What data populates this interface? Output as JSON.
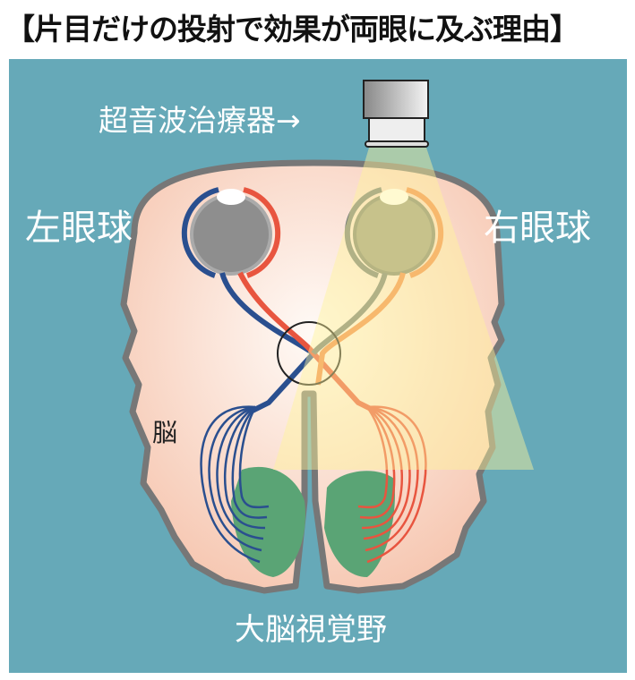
{
  "title": "【片目だけの投射で効果が両眼に及ぶ理由】",
  "labels": {
    "device": "超音波治療器→",
    "left_eye": "左眼球",
    "right_eye": "右眼球",
    "brain": "脳",
    "visual_cortex": "大脳視覚野"
  },
  "colors": {
    "background": "#66a9b8",
    "left_path": "#2a4f8f",
    "right_path": "#e8553f",
    "right_path_orange": "#f0874a",
    "cortex": "#5aa475",
    "beam": "#fff59a"
  }
}
